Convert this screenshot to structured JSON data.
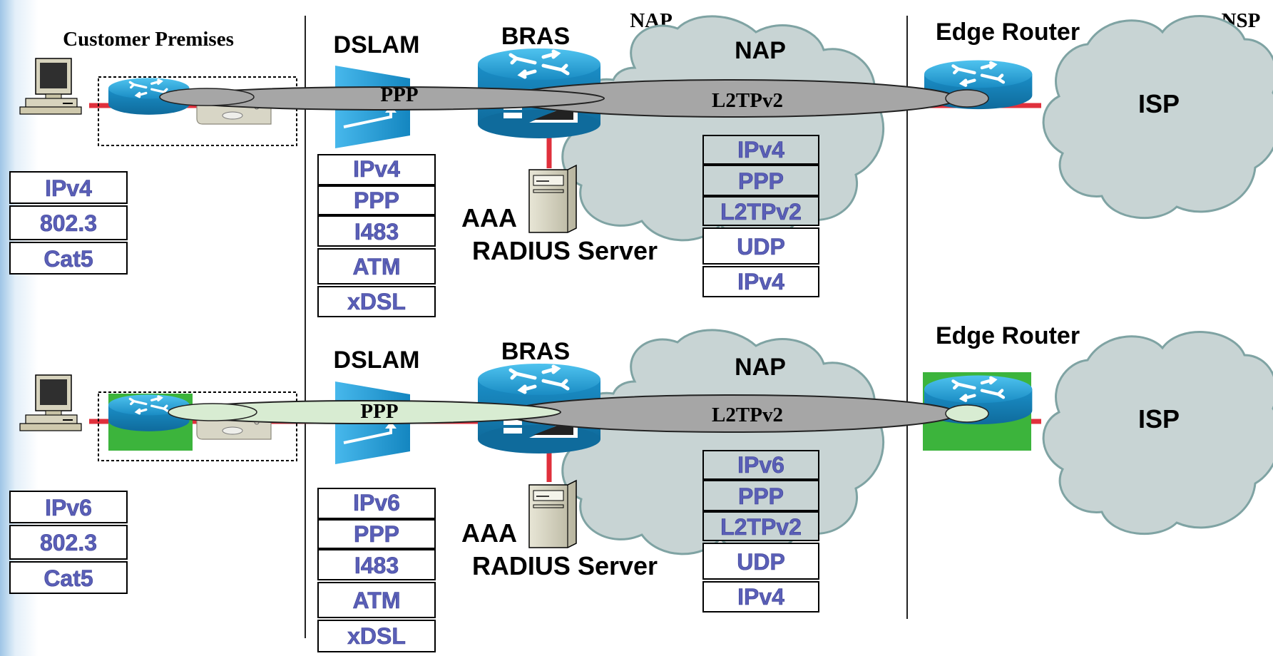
{
  "labels": {
    "customer_premises": "Customer Premises",
    "nap_small": "NAP",
    "nsp_small": "NSP"
  },
  "rows": [
    {
      "dslam": "DSLAM",
      "bras": "BRAS",
      "nap": "NAP",
      "edge_router": "Edge Router",
      "isp": "ISP",
      "aaa": "AAA",
      "radius": "RADIUS Server",
      "ppp_tunnel": "PPP",
      "l2tp_tunnel": "L2TPv2",
      "customer_stack": [
        "IPv4",
        "802.3",
        "Cat5"
      ],
      "dslam_stack": [
        "IPv4",
        "PPP",
        "I483",
        "ATM",
        "xDSL"
      ],
      "nap_stack": [
        "IPv4",
        "PPP",
        "L2TPv2",
        "UDP",
        "IPv4"
      ]
    },
    {
      "dslam": "DSLAM",
      "bras": "BRAS",
      "nap": "NAP",
      "edge_router": "Edge Router",
      "isp": "ISP",
      "aaa": "AAA",
      "radius": "RADIUS Server",
      "ppp_tunnel": "PPP",
      "l2tp_tunnel": "L2TPv2",
      "customer_stack": [
        "IPv6",
        "802.3",
        "Cat5"
      ],
      "dslam_stack": [
        "IPv6",
        "PPP",
        "I483",
        "ATM",
        "xDSL"
      ],
      "nap_stack": [
        "IPv6",
        "PPP",
        "L2TPv2",
        "UDP",
        "IPv4"
      ]
    }
  ],
  "colors": {
    "cloud_fill": "#c8d4d4",
    "cloud_stroke": "#7fa3a3",
    "router_blue": "#1e9fd6",
    "link_red": "#e0303c",
    "tunnel_grey": "#a6a6a6",
    "tunnel_green": "#d8ecd2",
    "ipv6_highlight": "#3cb43c",
    "stack_text": "#5a5fb8",
    "dslam_blue": "#2aa0dc"
  }
}
